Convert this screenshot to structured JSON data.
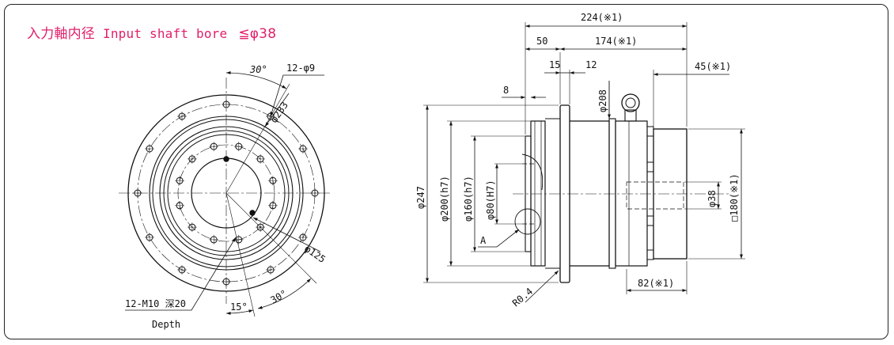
{
  "title": {
    "jp": "入力軸内径",
    "en": "Input shaft bore",
    "sym": "≦φ38"
  },
  "front_view": {
    "angle_30_top": "30°",
    "holes_outer": "12-φ9",
    "pcd_233": "φ233",
    "pcd_125": "φ125",
    "tap_callout": "12-M10 深20",
    "tap_depth": "Depth",
    "angle_15": "15°",
    "angle_30_bottom": "30°"
  },
  "side_view": {
    "d_224": "224(※1)",
    "d_50": "50",
    "d_174": "174(※1)",
    "d_15": "15",
    "d_12": "12",
    "d_45": "45(※1)",
    "d_8": "8",
    "d_208": "φ208",
    "d_247": "φ247",
    "d_200": "φ200(h7)",
    "d_160": "φ160(h7)",
    "d_80": "φ80(H7)",
    "d_38": "φ38",
    "d_180": "□180(※1)",
    "d_82": "82(※1)",
    "r_04": "R0.4",
    "detail_a": "A"
  }
}
